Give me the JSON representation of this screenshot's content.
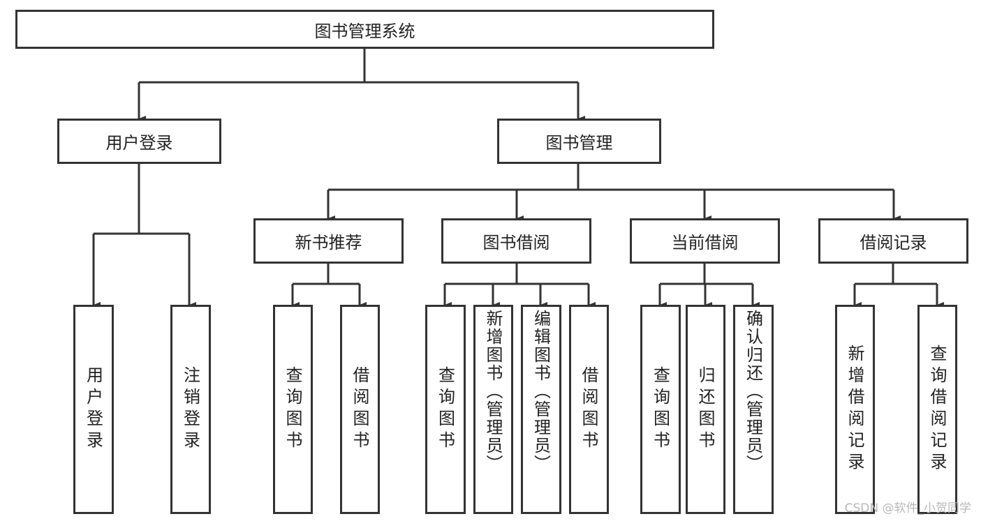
{
  "root": "图书管理系统",
  "level1": [
    "用户登录",
    "图书管理"
  ],
  "level2": [
    "新书推荐",
    "图书借阅",
    "当前借阅",
    "借阅记录"
  ],
  "leaves": {
    "user_login": [
      "用户登录",
      "注销登录"
    ],
    "new_books": [
      "查询图书",
      "借阅图书"
    ],
    "borrow": [
      "查询图书",
      "新增图书（管理员）",
      "编辑图书（管理员）",
      "借阅图书"
    ],
    "current": [
      "查询图书",
      "归还图书",
      "确认归还（管理员）"
    ],
    "records": [
      "新增借阅记录",
      "查询借阅记录"
    ]
  },
  "watermark": "CSDN @软件_小贺同学"
}
